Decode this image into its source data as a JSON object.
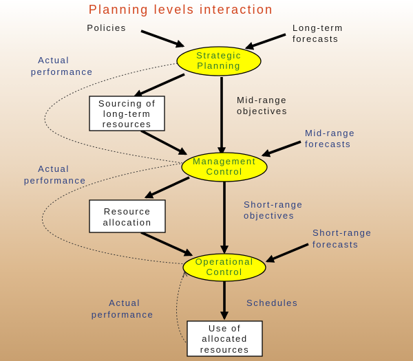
{
  "title": "Planning levels interaction",
  "nodes": {
    "strategic": [
      "Strategic",
      "Planning"
    ],
    "management": [
      "Management",
      "Control"
    ],
    "operational": [
      "Operational",
      "Control"
    ],
    "sourcing": [
      "Sourcing of",
      "long-term",
      "resources"
    ],
    "allocation": [
      "Resource",
      "allocation"
    ],
    "use": [
      "Use of",
      "allocated",
      "resources"
    ]
  },
  "labels": {
    "policies": "Policies",
    "long_term_forecasts": [
      "Long-term",
      "forecasts"
    ],
    "actual_performance_1": [
      "Actual",
      "performance"
    ],
    "mid_range_objectives": [
      "Mid-range",
      "objectives"
    ],
    "mid_range_forecasts": [
      "Mid-range",
      "forecasts"
    ],
    "actual_performance_2": [
      "Actual",
      "performance"
    ],
    "short_range_objectives": [
      "Short-range",
      "objectives"
    ],
    "short_range_forecasts": [
      "Short-range",
      "forecasts"
    ],
    "actual_performance_3": [
      "Actual",
      "performance"
    ],
    "schedules": "Schedules"
  },
  "colors": {
    "title": "#d2451e",
    "oval_fill": "#ffff00",
    "oval_text": "#2e7a2e",
    "label_dark": "#1a1a1a",
    "label_blue": "#2a3f82",
    "box_fill": "#ffffff"
  }
}
